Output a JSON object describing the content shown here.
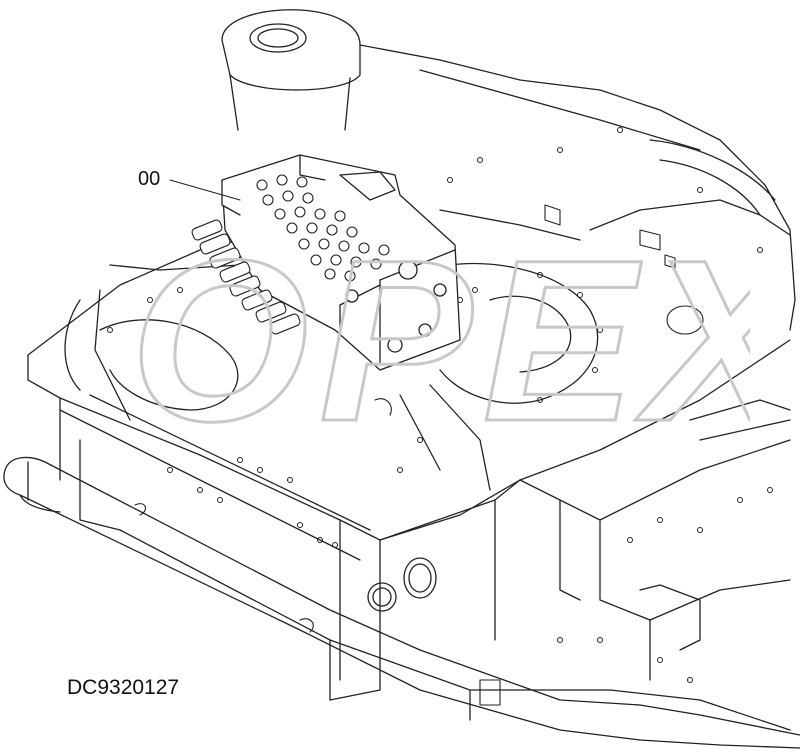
{
  "diagram": {
    "callout_label": "00",
    "drawing_code": "DC9320127"
  },
  "watermark": {
    "text": "OPEX",
    "color": "#c8c8c8"
  },
  "colors": {
    "line": "#222222",
    "background": "#ffffff"
  }
}
